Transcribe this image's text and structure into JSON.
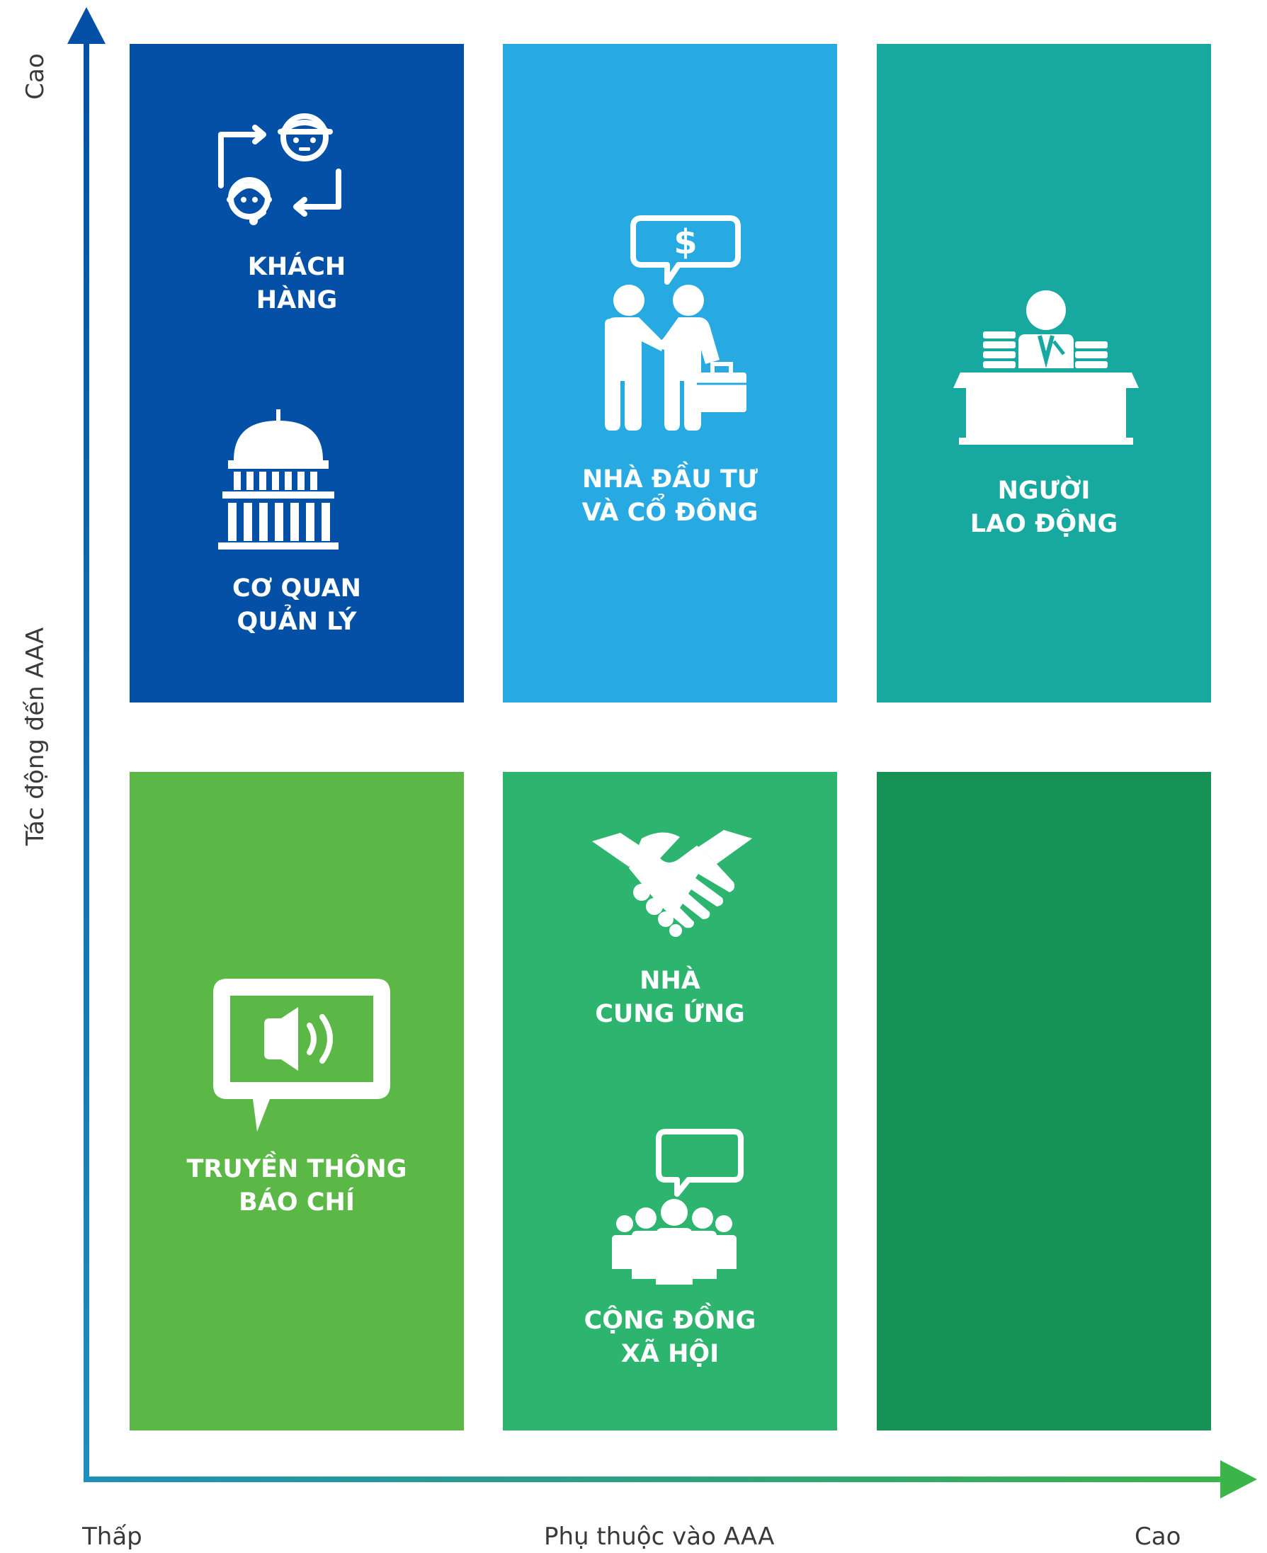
{
  "y_axis": {
    "title": "Tác động đến AAA",
    "high_label": "Cao"
  },
  "x_axis": {
    "title": "Phụ thuộc vào AAA",
    "low_label": "Thấp",
    "high_label": "Cao"
  },
  "cells": {
    "top_left": {
      "color": "#0350A6",
      "items": [
        {
          "line1": "KHÁCH",
          "line2": "HÀNG",
          "icon": "customer-exchange-icon"
        },
        {
          "line1": "CƠ QUAN",
          "line2": "QUẢN LÝ",
          "icon": "government-building-icon"
        }
      ]
    },
    "top_middle": {
      "color": "#27A9E2",
      "items": [
        {
          "line1": "NHÀ ĐẦU TƯ",
          "line2": "VÀ CỔ ĐÔNG",
          "icon": "investor-handshake-icon"
        }
      ]
    },
    "top_right": {
      "color": "#17A8A0",
      "items": [
        {
          "line1": "NGƯỜI",
          "line2": "LAO ĐỘNG",
          "icon": "worker-desk-icon"
        }
      ]
    },
    "bottom_left": {
      "color": "#5BB846",
      "items": [
        {
          "line1": "TRUYỀN THÔNG",
          "line2": "BÁO CHÍ",
          "icon": "media-speaker-icon"
        }
      ]
    },
    "bottom_middle": {
      "color": "#2DB46E",
      "items": [
        {
          "line1": "NHÀ",
          "line2": "CUNG ỨNG",
          "icon": "handshake-icon"
        },
        {
          "line1": "CỘNG ĐỒNG",
          "line2": "XÃ HỘI",
          "icon": "community-chat-icon"
        }
      ]
    },
    "bottom_right": {
      "color": "#179257",
      "items": []
    }
  },
  "colors": {
    "axis_top": "#0350A6",
    "axis_right": "#3BB44A"
  }
}
